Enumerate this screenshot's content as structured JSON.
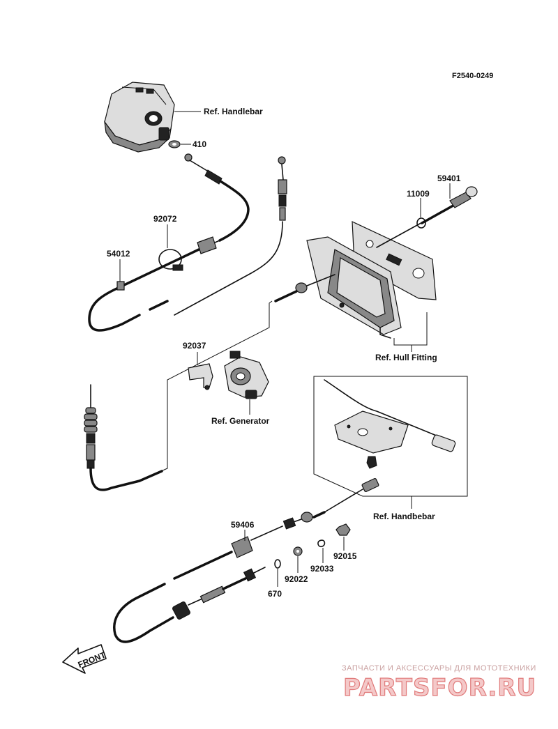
{
  "diagram": {
    "code": "F2540-0249",
    "parts": {
      "p410": "410",
      "p92072": "92072",
      "p54012": "54012",
      "p59401": "59401",
      "p11009": "11009",
      "p92037": "92037",
      "p59406": "59406",
      "p670": "670",
      "p92022": "92022",
      "p92033": "92033",
      "p92015": "92015"
    },
    "refs": {
      "handlebar": "Ref. Handlebar",
      "hull_fitting": "Ref. Hull Fitting",
      "generator": "Ref. Generator",
      "handbebar": "Ref. Handbebar"
    },
    "front_label": "FRONT"
  },
  "watermark": {
    "line1": "ЗАПЧАСТИ И АКСЕССУАРЫ ДЛЯ МОТОТЕХНИКИ",
    "line2": "PARTSFOR.RU"
  }
}
